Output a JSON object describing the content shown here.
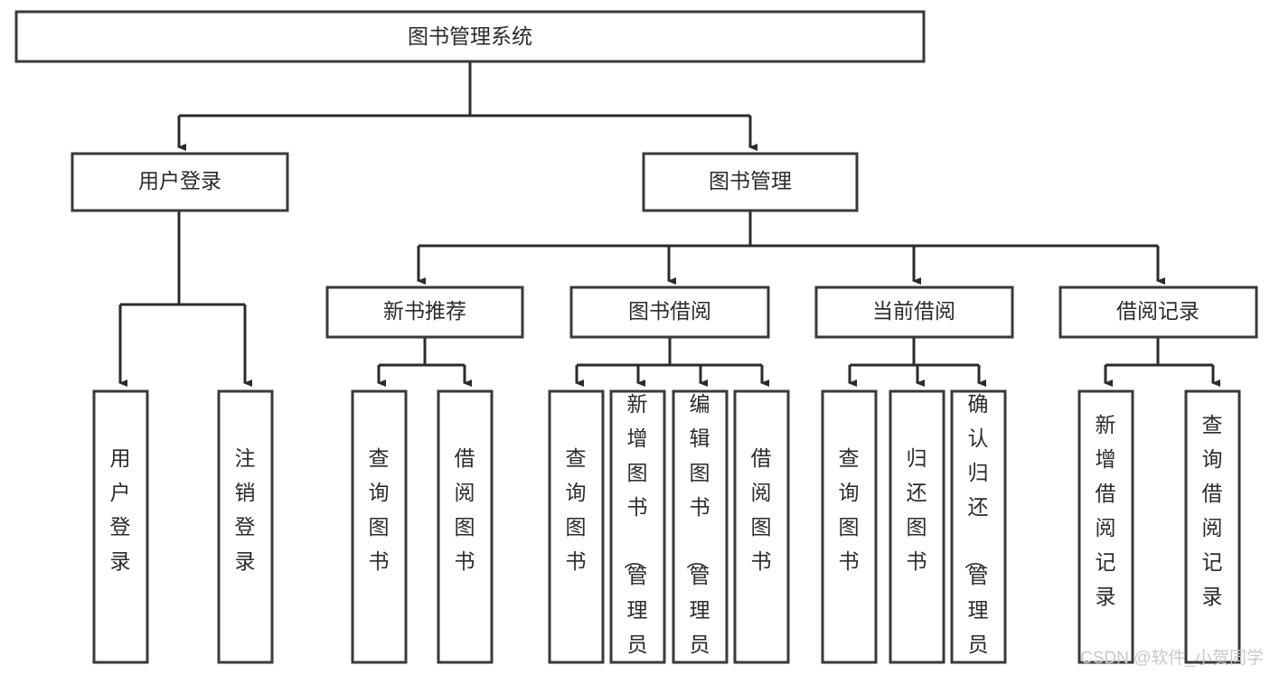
{
  "diagram": {
    "type": "tree-hierarchy-chart",
    "root": {
      "label": "图书管理系统"
    },
    "level2": [
      {
        "label": "用户登录"
      },
      {
        "label": "图书管理"
      }
    ],
    "level3": [
      {
        "label": "新书推荐"
      },
      {
        "label": "图书借阅"
      },
      {
        "label": "当前借阅"
      },
      {
        "label": "借阅记录"
      }
    ],
    "leaves": {
      "user_login": [
        {
          "label": "用户登录"
        },
        {
          "label": "注销登录"
        }
      ],
      "new_book_recommend": [
        {
          "label": "查询图书"
        },
        {
          "label": "借阅图书"
        }
      ],
      "book_borrow": [
        {
          "label": "查询图书"
        },
        {
          "label": "新增图书（管理员）"
        },
        {
          "label": "编辑图书（管理员）"
        },
        {
          "label": "借阅图书"
        }
      ],
      "current_borrow": [
        {
          "label": "查询图书"
        },
        {
          "label": "归还图书"
        },
        {
          "label": "确认归还（管理员）"
        }
      ],
      "borrow_record": [
        {
          "label": "新增借阅记录"
        },
        {
          "label": "查询借阅记录"
        }
      ]
    },
    "watermark": "CSDN @软件_小贺同学",
    "colors": {
      "box_stroke": "#3a3a3a",
      "box_fill": "#ffffff",
      "connector": "#2b2b2b",
      "text": "#2b2b2b",
      "watermark": "#c9c9c9",
      "background": "#ffffff"
    }
  }
}
